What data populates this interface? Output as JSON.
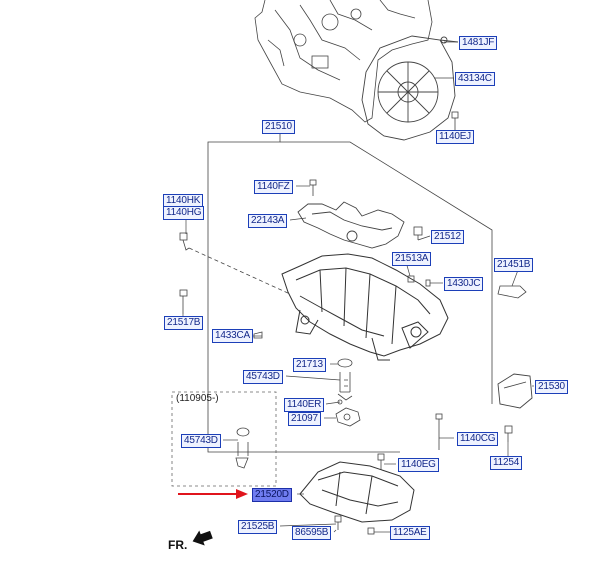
{
  "labels": {
    "p1481JF": "1481JF",
    "p43134C": "43134C",
    "p1140EJ": "1140EJ",
    "p21510": "21510",
    "p1140FZ": "1140FZ",
    "p1140HK": "1140HK",
    "p1140HG": "1140HG",
    "p22143A": "22143A",
    "p21512": "21512",
    "p21513A": "21513A",
    "p21451B": "21451B",
    "p1430JC": "1430JC",
    "p21517B": "21517B",
    "p1433CA": "1433CA",
    "p21713": "21713",
    "p45743D_a": "45743D",
    "p21530": "21530",
    "p110905": "(110905-)",
    "p1140ER": "1140ER",
    "p21097": "21097",
    "p45743D_b": "45743D",
    "p1140CG": "1140CG",
    "p1140EG": "1140EG",
    "p11254": "11254",
    "p21520D": "21520D",
    "p21525B": "21525B",
    "p86595B": "86595B",
    "p1125AE": "1125AE",
    "fr": "FR."
  },
  "colors": {
    "label_border": "#1c3fb8",
    "label_fill": "#eef2ff",
    "highlight_fill": "#6f7cf0",
    "arrow": "#e0141c",
    "line_art": "#333333"
  },
  "highlighted_part": "21520D"
}
